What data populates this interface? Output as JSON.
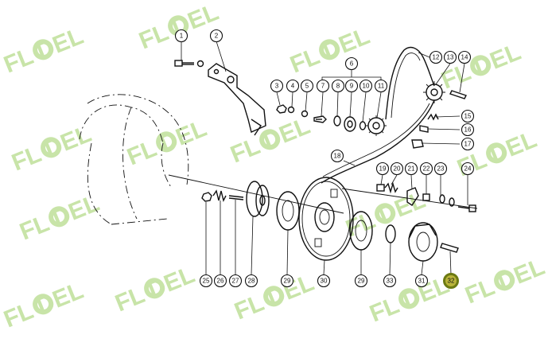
{
  "watermark": {
    "text": "FL  DEL",
    "color": "#c8e4a8"
  },
  "callouts": [
    {
      "id": "1",
      "label": "1"
    },
    {
      "id": "2",
      "label": "2"
    },
    {
      "id": "3",
      "label": "3"
    },
    {
      "id": "4",
      "label": "4"
    },
    {
      "id": "5",
      "label": "5"
    },
    {
      "id": "6",
      "label": "6"
    },
    {
      "id": "7",
      "label": "7"
    },
    {
      "id": "8",
      "label": "8"
    },
    {
      "id": "9",
      "label": "9"
    },
    {
      "id": "10",
      "label": "10"
    },
    {
      "id": "11",
      "label": "11"
    },
    {
      "id": "12",
      "label": "12"
    },
    {
      "id": "13",
      "label": "13"
    },
    {
      "id": "14",
      "label": "14"
    },
    {
      "id": "15",
      "label": "15"
    },
    {
      "id": "16",
      "label": "16"
    },
    {
      "id": "17",
      "label": "17"
    },
    {
      "id": "18",
      "label": "18"
    },
    {
      "id": "19",
      "label": "19"
    },
    {
      "id": "20",
      "label": "20"
    },
    {
      "id": "21",
      "label": "21"
    },
    {
      "id": "22",
      "label": "22"
    },
    {
      "id": "23",
      "label": "23"
    },
    {
      "id": "24",
      "label": "24"
    },
    {
      "id": "25",
      "label": "25"
    },
    {
      "id": "26",
      "label": "26"
    },
    {
      "id": "27",
      "label": "27"
    },
    {
      "id": "28",
      "label": "28"
    },
    {
      "id": "29a",
      "label": "29"
    },
    {
      "id": "30",
      "label": "30"
    },
    {
      "id": "29b",
      "label": "29"
    },
    {
      "id": "33",
      "label": "33"
    },
    {
      "id": "31",
      "label": "31"
    },
    {
      "id": "32",
      "label": "32",
      "highlight": true
    }
  ],
  "highlight_color": "#b9b43a"
}
